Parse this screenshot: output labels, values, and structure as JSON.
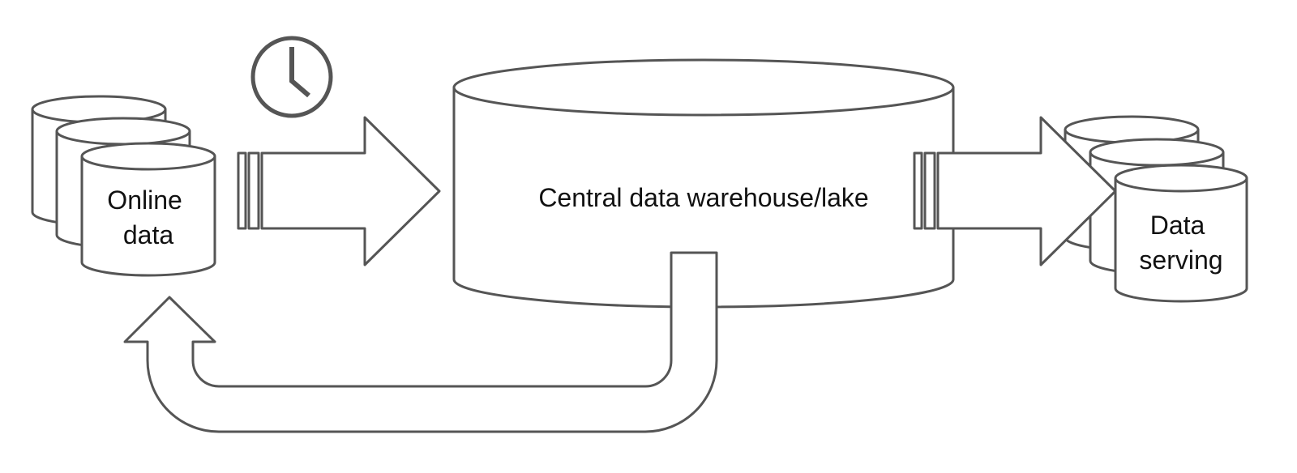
{
  "labels": {
    "source": [
      "Online",
      "data"
    ],
    "warehouse": "Central data warehouse/lake",
    "serving": [
      "Data",
      "serving"
    ]
  },
  "icons": {
    "schedule": "clock-icon"
  },
  "colors": {
    "stroke": "#555555",
    "fill": "#ffffff",
    "text": "#111111"
  }
}
